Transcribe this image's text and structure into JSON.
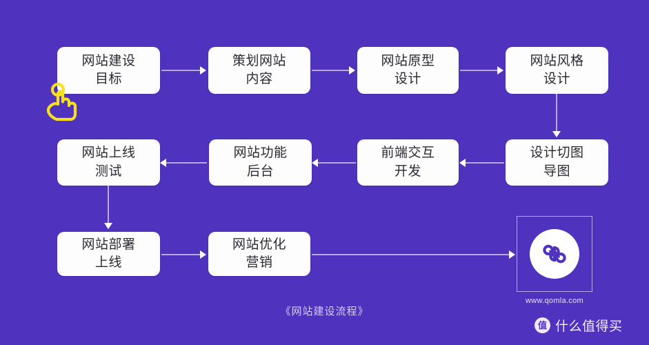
{
  "theme": {
    "background": "#4F32BD",
    "node_fill": "#FDFDFD",
    "node_text": "#2A2A33",
    "connector": "#B8A9E4",
    "arrow_head": "#FFFFFF",
    "cursor": "#F5E11E",
    "caption_text": "#D8CEF5"
  },
  "diagram": {
    "caption": "《网站建设流程》",
    "nodes": [
      {
        "id": "n1",
        "label": "网站建设\n目标"
      },
      {
        "id": "n2",
        "label": "策划网站\n内容"
      },
      {
        "id": "n3",
        "label": "网站原型\n设计"
      },
      {
        "id": "n4",
        "label": "网站风格\n设计"
      },
      {
        "id": "n5",
        "label": "设计切图\n导图"
      },
      {
        "id": "n6",
        "label": "前端交互\n开发"
      },
      {
        "id": "n7",
        "label": "网站功能\n后台"
      },
      {
        "id": "n8",
        "label": "网站上线\n测试"
      },
      {
        "id": "n9",
        "label": "网站部署\n上线"
      },
      {
        "id": "n10",
        "label": "网站优化\n营销"
      }
    ],
    "edges": [
      {
        "from": "n1",
        "to": "n2",
        "dir": "right"
      },
      {
        "from": "n2",
        "to": "n3",
        "dir": "right"
      },
      {
        "from": "n3",
        "to": "n4",
        "dir": "right"
      },
      {
        "from": "n4",
        "to": "n5",
        "dir": "down"
      },
      {
        "from": "n5",
        "to": "n6",
        "dir": "left"
      },
      {
        "from": "n6",
        "to": "n7",
        "dir": "left"
      },
      {
        "from": "n7",
        "to": "n8",
        "dir": "left"
      },
      {
        "from": "n8",
        "to": "n9",
        "dir": "down"
      },
      {
        "from": "n9",
        "to": "n10",
        "dir": "right"
      },
      {
        "from": "n10",
        "to": "brand",
        "dir": "right"
      }
    ]
  },
  "brand": {
    "url": "www.qomla.com",
    "logo_icon": "clover-logo-icon"
  },
  "watermark": {
    "badge": "值",
    "text": "什么值得买"
  },
  "cursor": {
    "icon": "tap-hand-cursor-icon"
  }
}
